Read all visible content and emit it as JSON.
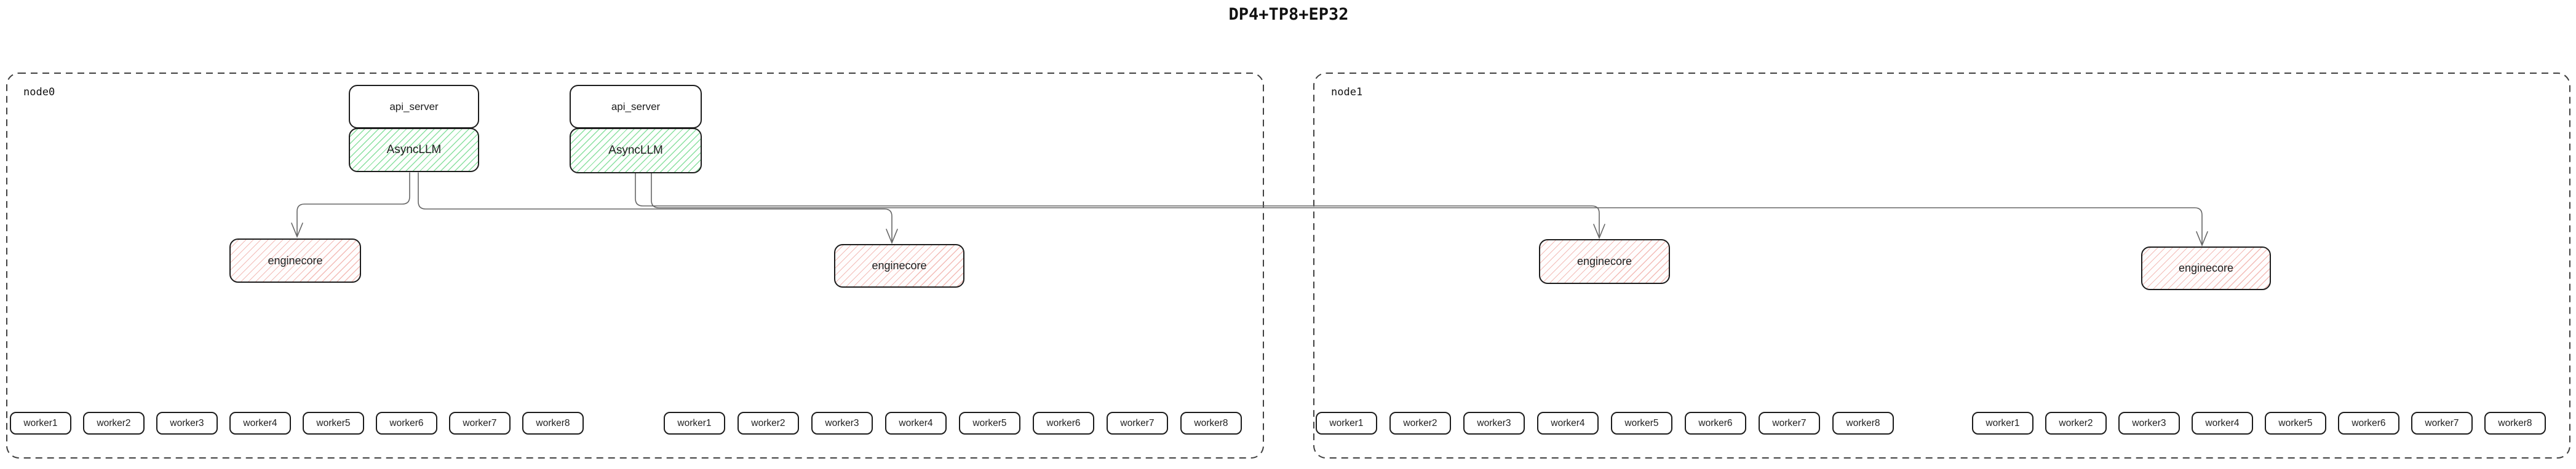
{
  "title": "DP4+TP8+EP32",
  "colors": {
    "background": "#ffffff",
    "box_border": "#1c1c1c",
    "node_border": "#404040",
    "connector": "#666666",
    "async_llm_hatch": "#8ae0a0",
    "enginecore_hatch": "#f3bcb7",
    "text": "#1d1d1d"
  },
  "nodes": [
    {
      "label": "node0",
      "stacks": [
        {
          "api_server": "api_server",
          "async_llm": "AsyncLLM"
        },
        {
          "api_server": "api_server",
          "async_llm": "AsyncLLM"
        }
      ],
      "enginecores": [
        {
          "label": "enginecore"
        },
        {
          "label": "enginecore"
        }
      ],
      "worker_groups": [
        {
          "workers": [
            "worker1",
            "worker2",
            "worker3",
            "worker4",
            "worker5",
            "worker6",
            "worker7",
            "worker8"
          ]
        },
        {
          "workers": [
            "worker1",
            "worker2",
            "worker3",
            "worker4",
            "worker5",
            "worker6",
            "worker7",
            "worker8"
          ]
        }
      ]
    },
    {
      "label": "node1",
      "stacks": [],
      "enginecores": [
        {
          "label": "enginecore"
        },
        {
          "label": "enginecore"
        }
      ],
      "worker_groups": [
        {
          "workers": [
            "worker1",
            "worker2",
            "worker3",
            "worker4",
            "worker5",
            "worker6",
            "worker7",
            "worker8"
          ]
        },
        {
          "workers": [
            "worker1",
            "worker2",
            "worker3",
            "worker4",
            "worker5",
            "worker6",
            "worker7",
            "worker8"
          ]
        }
      ]
    }
  ]
}
